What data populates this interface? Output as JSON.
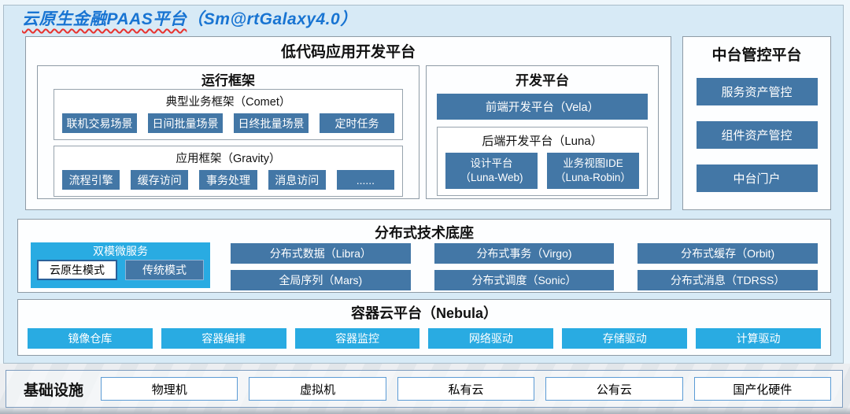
{
  "title": {
    "main": "云原生金融PAAS平台",
    "suffix": "（Sm@rtGalaxy4.0）"
  },
  "low_code": {
    "title": "低代码应用开发平台",
    "runtime": {
      "title": "运行框架",
      "comet": {
        "title": "典型业务框架（Comet）",
        "items": [
          "联机交易场景",
          "日间批量场景",
          "日终批量场景",
          "定时任务"
        ]
      },
      "gravity": {
        "title": "应用框架（Gravity）",
        "items": [
          "流程引擎",
          "缓存访问",
          "事务处理",
          "消息访问",
          "......"
        ]
      }
    },
    "dev": {
      "title": "开发平台",
      "vela_label": "前端开发平台（Vela）",
      "luna": {
        "title": "后端开发平台（Luna）",
        "items": [
          {
            "line1": "设计平台",
            "line2": "（Luna-Web)"
          },
          {
            "line1": "业务视图IDE",
            "line2": "（Luna-Robin）"
          }
        ]
      }
    }
  },
  "middle_platform": {
    "title": "中台管控平台",
    "items": [
      "服务资产管控",
      "组件资产管控",
      "中台门户"
    ]
  },
  "distributed": {
    "title": "分布式技术底座",
    "dual_mode": {
      "title": "双模微服务",
      "cloud_native": "云原生模式",
      "traditional": "传统模式"
    },
    "items": [
      "分布式数据（Libra）",
      "分布式事务（Virgo)",
      "分布式缓存（Orbit)",
      "全局序列（Mars)",
      "分布式调度（Sonic）",
      "分布式消息（TDRSS）"
    ]
  },
  "container_cloud": {
    "title": "容器云平台（Nebula）",
    "items": [
      "镜像仓库",
      "容器编排",
      "容器监控",
      "网络驱动",
      "存储驱动",
      "计算驱动"
    ]
  },
  "infrastructure": {
    "title": "基础设施",
    "items": [
      "物理机",
      "虚拟机",
      "私有云",
      "公有云",
      "国产化硬件"
    ]
  },
  "colors": {
    "steel_blue": "#4377a6",
    "cyan": "#29abe2",
    "title_blue": "#1874d2",
    "underline_red": "#e8322e",
    "canvas_blue": "#d7eaf6"
  }
}
